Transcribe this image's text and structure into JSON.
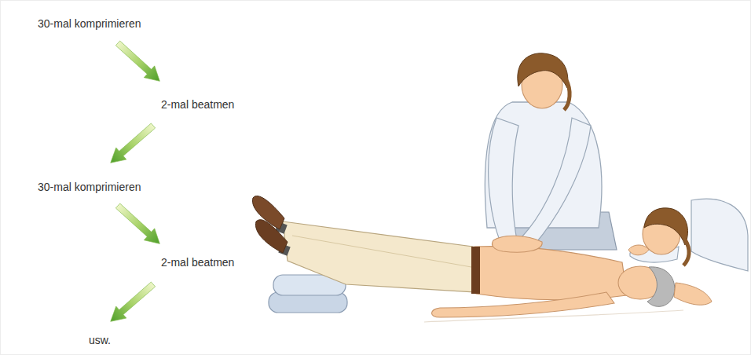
{
  "diagram": {
    "labels": [
      "30-mal komprimieren",
      "2-mal beatmen",
      "30-mal komprimieren",
      "2-mal beatmen",
      "usw."
    ]
  }
}
